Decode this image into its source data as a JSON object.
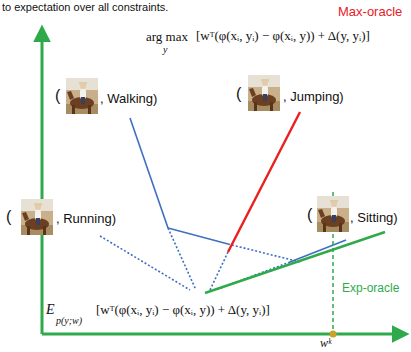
{
  "diagram": {
    "labels": [
      "to expectation over all constraints.",
      "Max-oracle",
      "arg max",
      "y",
      "[wᵀ(φ(xᵢ, yᵢ) − φ(xᵢ, y)) + Δ(y, yᵢ)]",
      "(",
      ", Walking)",
      "(",
      ", Jumping)",
      "(",
      ", Running)",
      "(",
      ", Sitting)",
      "Exp-oracle",
      "E",
      "p(y;w)",
      "[wᵀ(φ(xᵢ, yᵢ) − φ(xᵢ, y)) + Δ(y, yᵢ)]",
      "wᵏ"
    ]
  }
}
